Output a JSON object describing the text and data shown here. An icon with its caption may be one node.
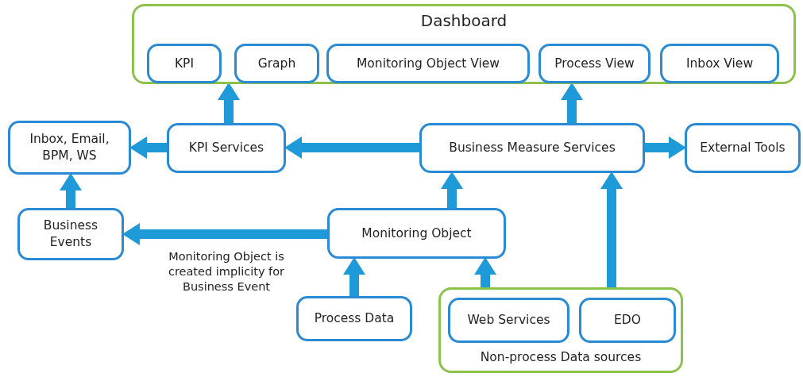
{
  "diagram": {
    "nodes": [
      {
        "text": [
          "Dashboard"
        ]
      },
      {
        "text": [
          "KPI"
        ],
        "in": 0
      },
      {
        "text": [
          "Graph"
        ],
        "in": 0
      },
      {
        "text": [
          "Monitoring Object View"
        ],
        "in": 0
      },
      {
        "text": [
          "Process View"
        ],
        "in": 0
      },
      {
        "text": [
          "Inbox View"
        ],
        "in": 0
      },
      {
        "text": [
          "Inbox, Email, BPM, WS"
        ]
      },
      {
        "text": [
          "KPI Services"
        ]
      },
      {
        "text": [
          "Business Measure Services"
        ]
      },
      {
        "text": [
          "External Tools"
        ]
      },
      {
        "text": [
          "Business Events"
        ]
      },
      {
        "text": [
          "Monitoring Object"
        ]
      },
      {
        "text": [
          "Process Data"
        ]
      },
      {
        "text": [
          "Non-process Data sources"
        ]
      },
      {
        "text": [
          "Web Services"
        ],
        "in": 13
      },
      {
        "text": [
          "EDO"
        ],
        "in": 13
      }
    ],
    "edges": [
      {
        "from": 7,
        "to": 0,
        "arrow": "to"
      },
      {
        "from": 8,
        "to": 0,
        "arrow": "to"
      },
      {
        "from": 7,
        "to": 6,
        "arrow": "to"
      },
      {
        "from": 8,
        "to": 7,
        "arrow": "to"
      },
      {
        "from": 8,
        "to": 9,
        "arrow": "to"
      },
      {
        "from": 10,
        "to": 6,
        "arrow": "to"
      },
      {
        "from": 11,
        "to": 10,
        "arrow": "to",
        "label": "Monitoring Object is created implicity for Business Event"
      },
      {
        "from": 11,
        "to": 8,
        "arrow": "to"
      },
      {
        "from": 12,
        "to": 11,
        "arrow": "to"
      },
      {
        "from": 14,
        "to": 11,
        "arrow": "to"
      },
      {
        "from": 15,
        "to": 8,
        "arrow": "to"
      }
    ]
  }
}
